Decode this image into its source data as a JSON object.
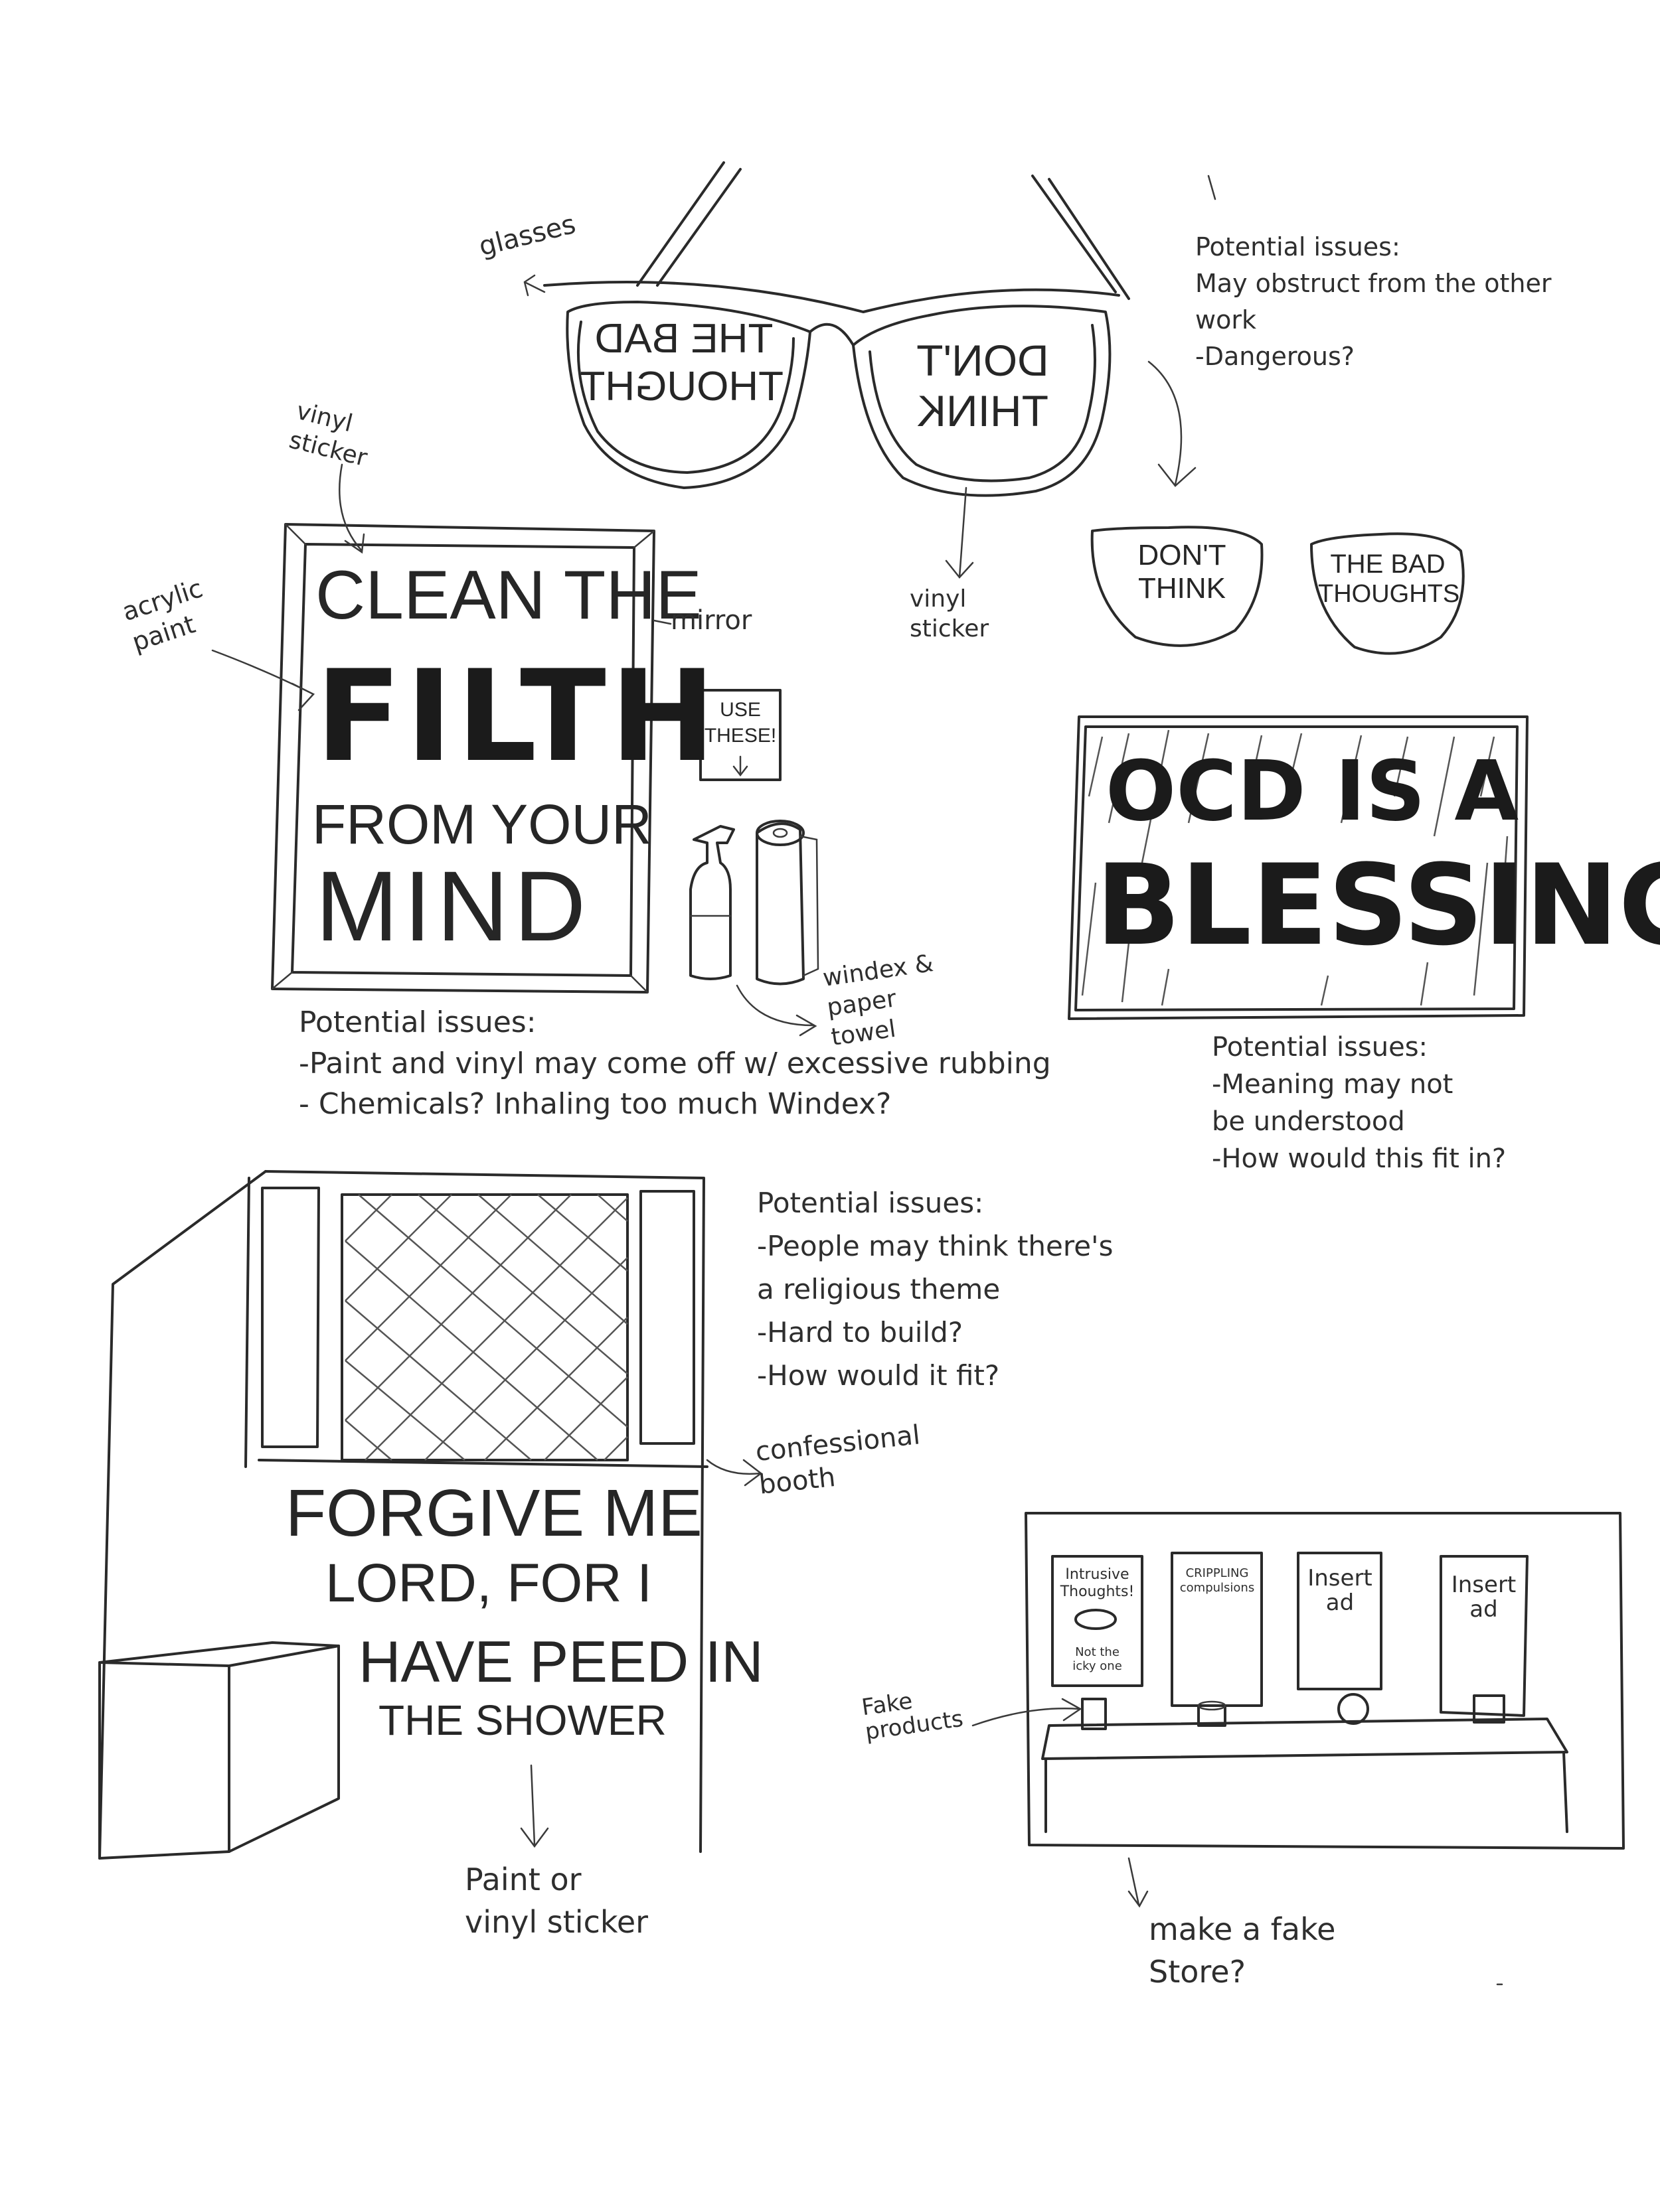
{
  "glasses": {
    "label": "glasses",
    "left_lens": [
      "THE BAD",
      "THOUGHT"
    ],
    "right_lens": [
      "DON'T",
      "THINK"
    ],
    "sticker_label": "vinyl\nsticker",
    "issues": "Potential issues:\nMay obstruct from the other\nwork\n-Dangerous?",
    "lens_alt_left": [
      "DON'T",
      "THINK"
    ],
    "lens_alt_right": [
      "THE BAD",
      "THOUGHTS"
    ]
  },
  "mirror": {
    "sticker_label": "vinyl\nsticker",
    "paint_label": "acrylic\npaint",
    "line1": "CLEAN THE",
    "line2": "FILTH",
    "line3": "FROM YOUR",
    "line4": "MIND",
    "mirror_label": "mirror",
    "use_these": "USE\nTHESE!",
    "supplies_label": "windex &\npaper\ntowel",
    "issues": "Potential issues:\n-Paint and vinyl may come off  w/ excessive rubbing\n- Chemicals? Inhaling too much Windex?"
  },
  "ocd_sign": {
    "line1": "OCD IS A",
    "line2": "BLESSING",
    "issues": "Potential issues:\n-Meaning may not\nbe understood\n-How would this fit in?"
  },
  "booth": {
    "line1": "FORGIVE ME",
    "line2": "LORD, FOR I",
    "line3": "HAVE PEED IN",
    "line4": "THE SHOWER",
    "booth_label": "confessional\nbooth",
    "issues": "Potential issues:\n-People may think there's\na religious theme\n-Hard to build?\n-How would it fit?",
    "finish_label": "Paint or\nvinyl sticker"
  },
  "store": {
    "poster1": "Intrusive\nThoughts!",
    "poster1_sub": "Not the\nicky one",
    "poster2": "CRIPPLING\ncompulsions",
    "poster3": "Insert\nad",
    "poster4": "Insert\nad",
    "products_label": "Fake\nproducts",
    "caption": "make a fake\nStore?"
  }
}
